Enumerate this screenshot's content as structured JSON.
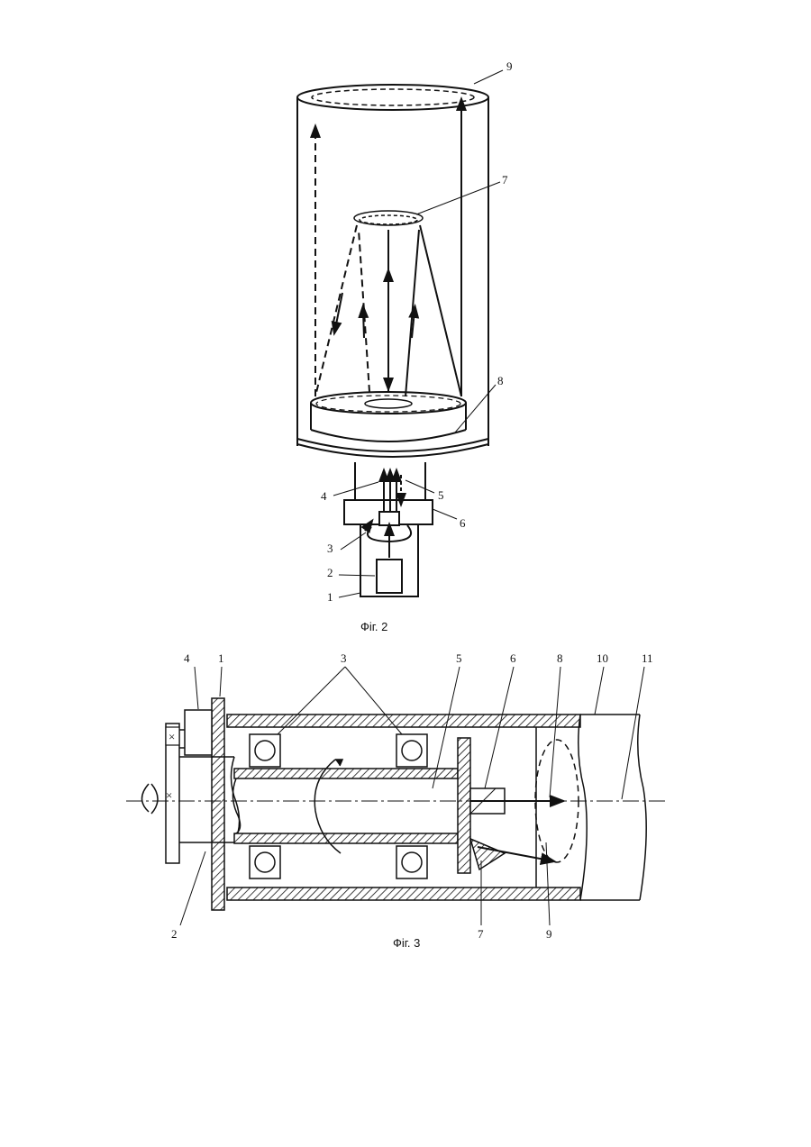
{
  "fig2": {
    "caption": "Фіг. 2",
    "labels": {
      "l9": "9",
      "l7": "7",
      "l8": "8",
      "l4": "4",
      "l5": "5",
      "l6": "6",
      "l3": "3",
      "l2": "2",
      "l1": "1"
    }
  },
  "fig3": {
    "caption": "Фіг. 3",
    "labels": {
      "l4": "4",
      "l1": "1",
      "l3": "3",
      "l5": "5",
      "l6": "6",
      "l8": "8",
      "l10": "10",
      "l11": "11",
      "l2": "2",
      "l7": "7",
      "l9": "9"
    },
    "marker_glyph": "×"
  }
}
